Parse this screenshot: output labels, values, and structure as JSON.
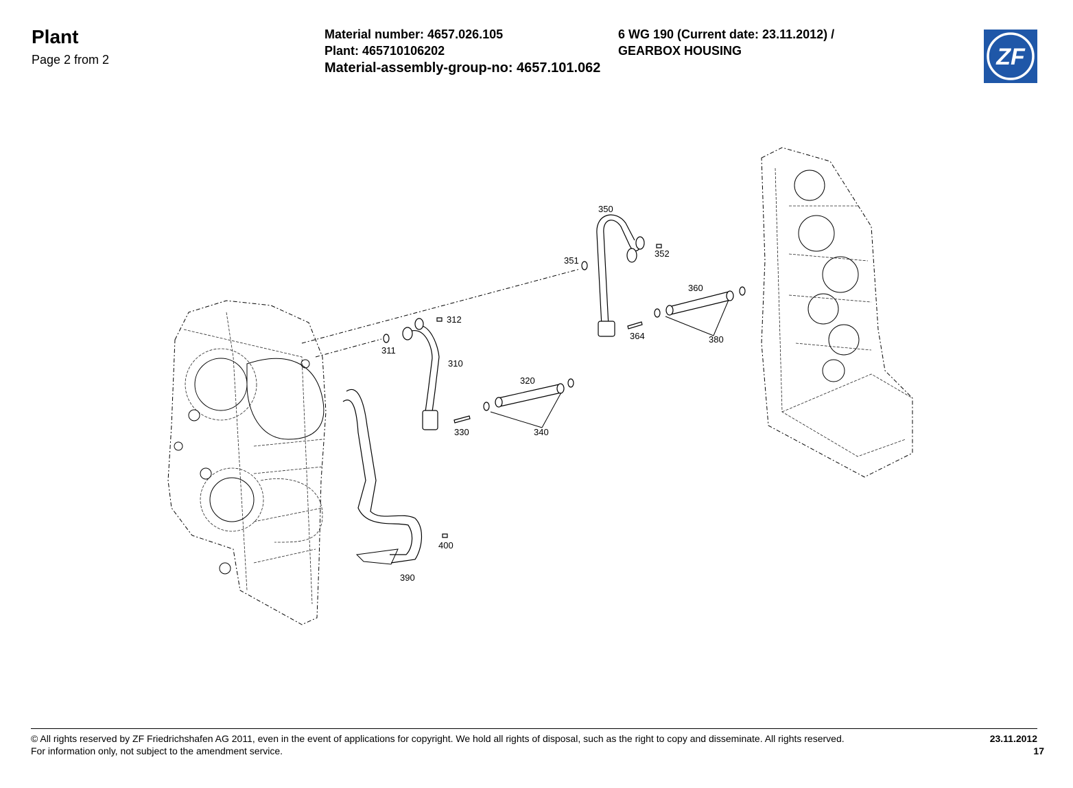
{
  "header": {
    "title": "Plant",
    "page_info": "Page 2 from 2",
    "material_number": "Material number: 4657.026.105",
    "plant": "Plant: 465710106202",
    "assembly_group": "Material-assembly-group-no: 4657.101.062",
    "model": "6 WG 190 (Current date: 23.11.2012) /",
    "part_name": "GEARBOX HOUSING"
  },
  "logo": {
    "text": "ZF",
    "color": "#1f57a8"
  },
  "callouts": [
    "350",
    "351",
    "352",
    "360",
    "364",
    "380",
    "311",
    "312",
    "310",
    "320",
    "330",
    "340",
    "390",
    "400"
  ],
  "footer": {
    "copyright": "© All rights reserved by ZF Friedrichshafen AG 2011, even in the event of applications for copyright. We hold all rights of disposal, such as the right to copy and disseminate. All rights reserved.",
    "disclaimer": "For information only, not subject to the amendment service.",
    "date": "23.11.2012",
    "page": "17"
  }
}
